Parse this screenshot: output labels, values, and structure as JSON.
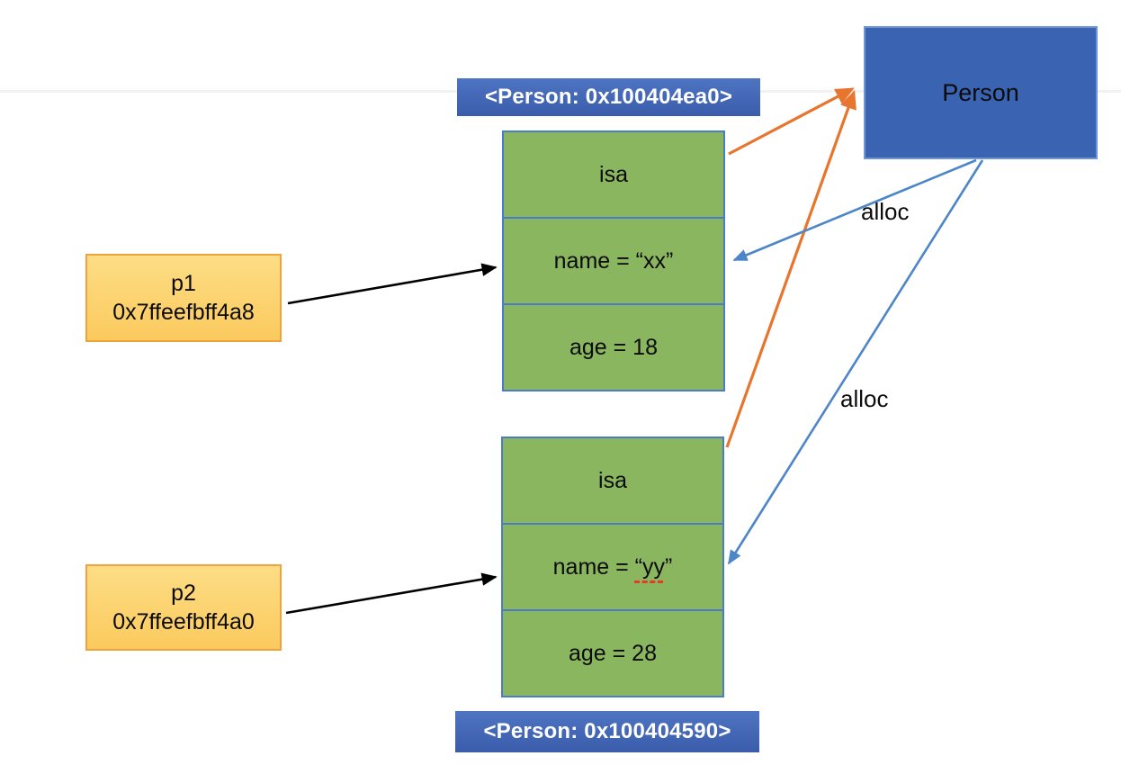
{
  "diagram": {
    "person_class": {
      "label": "Person"
    },
    "instances": [
      {
        "address_label": "<Person: 0x100404ea0>",
        "fields": [
          "isa",
          "name = “xx”",
          "age = 18"
        ]
      },
      {
        "address_label": "<Person: 0x100404590>",
        "fields": [
          "isa",
          "name = “yy”",
          "age = 28"
        ]
      }
    ],
    "pointers": [
      {
        "name": "p1",
        "address": "0x7ffeefbff4a8"
      },
      {
        "name": "p2",
        "address": "0x7ffeefbff4a0"
      }
    ],
    "alloc_labels": [
      "alloc",
      "alloc"
    ],
    "colors": {
      "class_box_blue": "#3a63b1",
      "address_label_blue": "#3f63b3",
      "instance_green": "#8bb660",
      "cell_border_blue": "#4b7cc8",
      "pointer_fill_gold": "#fcd26f",
      "pointer_border_orange": "#f0a23c",
      "arrow_orange": "#e8752e",
      "arrow_blue": "#4d86c8",
      "arrow_black": "#000000",
      "spellcheck_red": "#e8392b"
    }
  }
}
